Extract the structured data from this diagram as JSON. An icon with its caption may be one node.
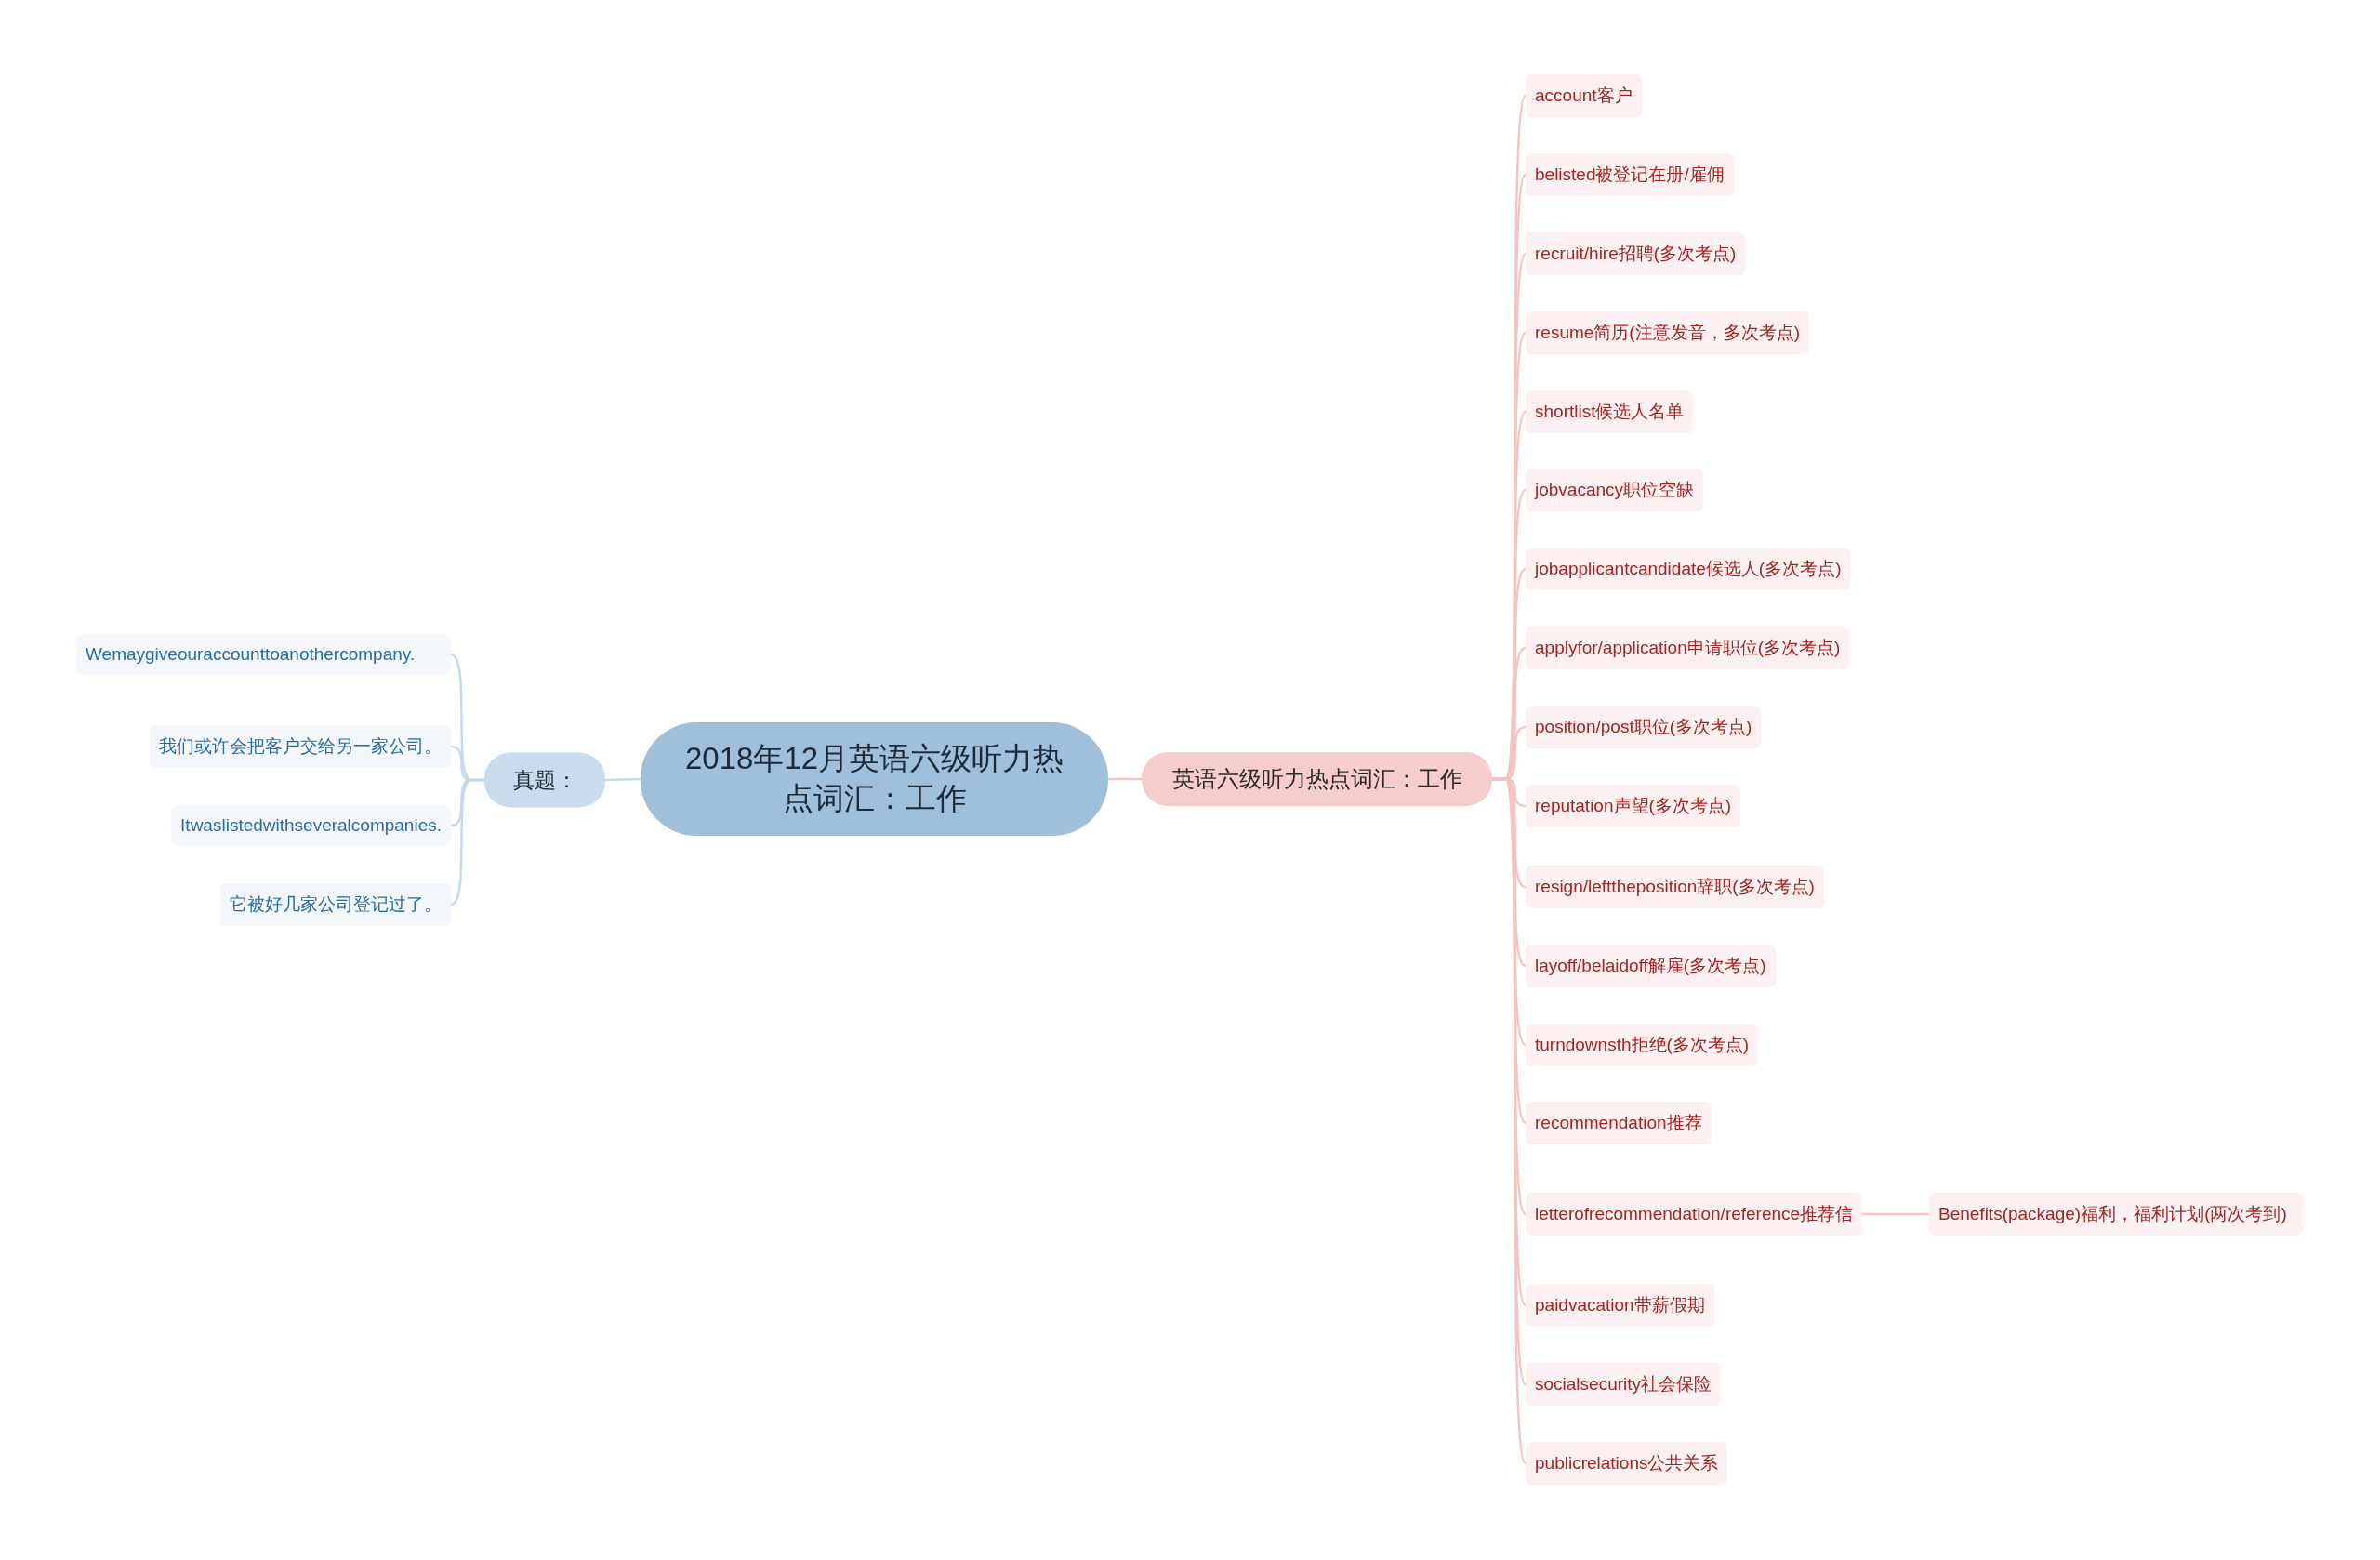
{
  "diagram": {
    "nodes": [
      {
        "text": [
          "2018年12月英语六级听力热点词汇：工作"
        ]
      },
      {
        "text": [
          "真题："
        ]
      },
      {
        "text": [
          "Wemaygiveouraccounttoanothercompany."
        ]
      },
      {
        "text": [
          "我们或许会把客户交给另一家公司。"
        ]
      },
      {
        "text": [
          "Itwaslistedwithseveralcompanies."
        ]
      },
      {
        "text": [
          "它被好几家公司登记过了。"
        ]
      },
      {
        "text": [
          "英语六级听力热点词汇：工作"
        ]
      },
      {
        "text": [
          "account客户"
        ]
      },
      {
        "text": [
          "belisted被登记在册/雇佣"
        ]
      },
      {
        "text": [
          "recruit/hire招聘(多次考点)"
        ]
      },
      {
        "text": [
          "resume简历(注意发音，多次考点)"
        ]
      },
      {
        "text": [
          "shortlist候选人名单"
        ]
      },
      {
        "text": [
          "jobvacancy职位空缺"
        ]
      },
      {
        "text": [
          "jobapplicantcandidate候选人(多次考点)"
        ]
      },
      {
        "text": [
          "applyfor/application申请职位(多次考点)"
        ]
      },
      {
        "text": [
          "position/post职位(多次考点)"
        ]
      },
      {
        "text": [
          "reputation声望(多次考点)"
        ]
      },
      {
        "text": [
          "resign/lefttheposition辞职(多次考点)"
        ]
      },
      {
        "text": [
          "layoff/belaidoff解雇(多次考点)"
        ]
      },
      {
        "text": [
          "turndownsth拒绝(多次考点)"
        ]
      },
      {
        "text": [
          "recommendation推荐"
        ]
      },
      {
        "text": [
          "letterofrecommendation/reference推荐信"
        ]
      },
      {
        "text": [
          "Benefits(package)福利，福利计划(两次考到)"
        ]
      },
      {
        "text": [
          "paidvacation带薪假期"
        ]
      },
      {
        "text": [
          "socialsecurity社会保险"
        ]
      },
      {
        "text": [
          "publicrelations公共关系"
        ]
      }
    ],
    "edges": [
      {
        "from": 0,
        "to": 1,
        "arrow": "none",
        "color": "#c6d9ea"
      },
      {
        "from": 1,
        "to": 2,
        "arrow": "none",
        "color": "#c6d9ea"
      },
      {
        "from": 1,
        "to": 3,
        "arrow": "none",
        "color": "#c6d9ea"
      },
      {
        "from": 1,
        "to": 4,
        "arrow": "none",
        "color": "#c6d9ea"
      },
      {
        "from": 1,
        "to": 5,
        "arrow": "none",
        "color": "#c6d9ea"
      },
      {
        "from": 0,
        "to": 6,
        "arrow": "none"
      },
      {
        "from": 6,
        "to": 7,
        "arrow": "none"
      },
      {
        "from": 6,
        "to": 8,
        "arrow": "none"
      },
      {
        "from": 6,
        "to": 9,
        "arrow": "none"
      },
      {
        "from": 6,
        "to": 10,
        "arrow": "none"
      },
      {
        "from": 6,
        "to": 11,
        "arrow": "none"
      },
      {
        "from": 6,
        "to": 12,
        "arrow": "none"
      },
      {
        "from": 6,
        "to": 13,
        "arrow": "none"
      },
      {
        "from": 6,
        "to": 14,
        "arrow": "none"
      },
      {
        "from": 6,
        "to": 15,
        "arrow": "none"
      },
      {
        "from": 6,
        "to": 16,
        "arrow": "none"
      },
      {
        "from": 6,
        "to": 17,
        "arrow": "none"
      },
      {
        "from": 6,
        "to": 18,
        "arrow": "none"
      },
      {
        "from": 6,
        "to": 19,
        "arrow": "none"
      },
      {
        "from": 6,
        "to": 20,
        "arrow": "none"
      },
      {
        "from": 6,
        "to": 21,
        "arrow": "none"
      },
      {
        "from": 21,
        "to": 22,
        "arrow": "none"
      },
      {
        "from": 6,
        "to": 23,
        "arrow": "none"
      },
      {
        "from": 6,
        "to": 24,
        "arrow": "none"
      },
      {
        "from": 6,
        "to": 25,
        "arrow": "none"
      }
    ]
  }
}
